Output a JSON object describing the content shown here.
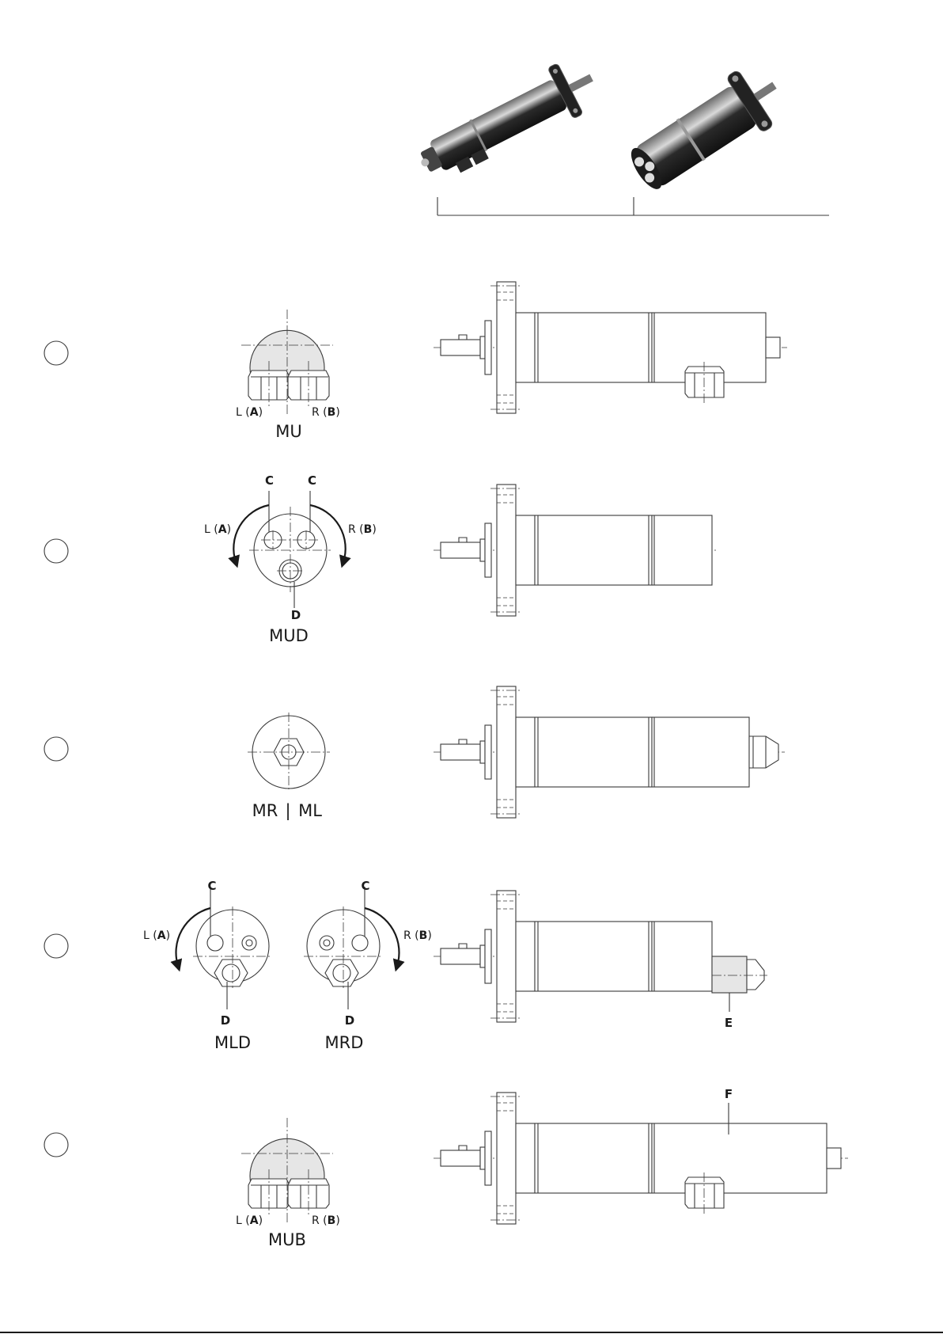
{
  "variants": [
    {
      "name": "MU",
      "port_left": "L (",
      "port_left_bold": "A",
      "port_right": "R (",
      "port_right_bold": "B",
      "close": ")"
    },
    {
      "name": "MUD",
      "callout_c": "C",
      "callout_d": "D",
      "port_left": "L (",
      "port_left_bold": "A",
      "port_right": "R (",
      "port_right_bold": "B",
      "close": ")"
    },
    {
      "name": "MR",
      "separator": "|",
      "name_alt": "ML"
    },
    {
      "name": "MLD",
      "name_alt": "MRD",
      "callout_c": "C",
      "callout_d": "D",
      "callout_e": "E",
      "port_left": "L (",
      "port_left_bold": "A",
      "port_right": "R (",
      "port_right_bold": "B",
      "close": ")"
    },
    {
      "name": "MUB",
      "callout_f": "F",
      "port_left": "L (",
      "port_left_bold": "A",
      "port_right": "R (",
      "port_right_bold": "B",
      "close": ")"
    }
  ]
}
